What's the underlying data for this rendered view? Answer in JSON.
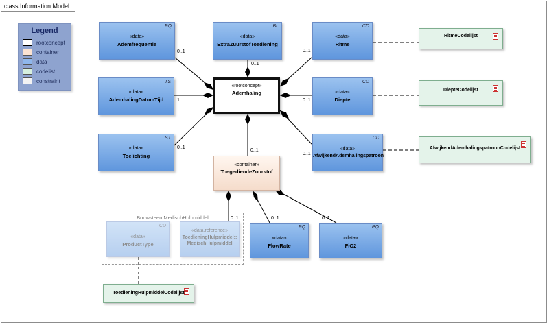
{
  "diagram": {
    "frame_title": "class Information Model",
    "legend": {
      "title": "Legend",
      "items": [
        {
          "label": "rootconcept",
          "color": "#ffffff"
        },
        {
          "label": "container",
          "color": "#fbe3d2"
        },
        {
          "label": "data",
          "color": "#8fb7ec"
        },
        {
          "label": "codelist",
          "color": "#d6efde"
        },
        {
          "label": "constraint",
          "color": "#f3f3f3"
        }
      ]
    },
    "classes": {
      "ademfrequentie": {
        "stereotype": "«data»",
        "name": "Ademfrequentie",
        "tag": "PQ"
      },
      "extrazuurstof": {
        "stereotype": "«data»",
        "name": "ExtraZuurstofToediening",
        "tag": "BL"
      },
      "ritme": {
        "stereotype": "«data»",
        "name": "Ritme",
        "tag": "CD"
      },
      "ademhalingdatumtijd": {
        "stereotype": "«data»",
        "name": "AdemhalingDatumTijd",
        "tag": "TS"
      },
      "ademhaling": {
        "stereotype": "«rootconcept»",
        "name": "Ademhaling"
      },
      "diepte": {
        "stereotype": "«data»",
        "name": "Diepte",
        "tag": "CD"
      },
      "toelichting": {
        "stereotype": "«data»",
        "name": "Toelichting",
        "tag": "ST"
      },
      "toegediendezuurstof": {
        "stereotype": "«container»",
        "name": "ToegediendeZuurstof"
      },
      "afwijkend": {
        "stereotype": "«data»",
        "name": "AfwijkendAdemhalingspatroon",
        "tag": "CD"
      },
      "producttype": {
        "stereotype": "«data»",
        "name": "ProductType",
        "tag": "CD"
      },
      "toedieningmedisch": {
        "stereotype": "«data,reference»",
        "name_line1": "ToedieningHulpmiddel::",
        "name_line2": "MedischHulpmiddel"
      },
      "flowrate": {
        "stereotype": "«data»",
        "name": "FlowRate",
        "tag": "PQ"
      },
      "fio2": {
        "stereotype": "«data»",
        "name": "FiO2",
        "tag": "PQ"
      }
    },
    "codelists": {
      "ritme": "RitmeCodelijst",
      "diepte": "DiepteCodelijst",
      "afwijkend": "AfwijkendAdemhalingspatroonCodelijst",
      "toediening": "ToedieningHulpmiddelCodelijst"
    },
    "group_title": "Bouwsteen MedischHulpmiddel",
    "multiplicities": {
      "ademfrequentie": "0..1",
      "extrazuurstof": "0..1",
      "ritme": "0..1",
      "datumtijd": "1",
      "diepte": "0..1",
      "toelichting": "0..1",
      "toegediendezuurstof": "0..1",
      "afwijkend": "0..1",
      "medisch": "0..1",
      "flowrate": "0..1",
      "fio2": "0..1"
    }
  }
}
